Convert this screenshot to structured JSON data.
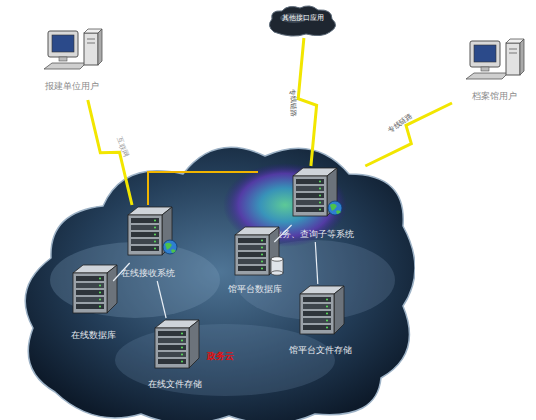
{
  "diagram": {
    "nodes": [
      {
        "text": [
          "报建单位用户"
        ]
      },
      {
        "text": [
          "其他接口应用"
        ]
      },
      {
        "text": [
          "档案馆用户"
        ]
      },
      {
        "text": [
          "政务云"
        ]
      },
      {
        "text": [
          "业务、查询子等系统"
        ],
        "in": 3
      },
      {
        "text": [
          "在线接收系统"
        ],
        "in": 3
      },
      {
        "text": [
          "馆平台数据库"
        ],
        "in": 3
      },
      {
        "text": [
          "在线数据库"
        ],
        "in": 3
      },
      {
        "text": [
          "馆平台文件存储"
        ],
        "in": 3
      },
      {
        "text": [
          "在线文件存储"
        ],
        "in": 3
      }
    ],
    "edges": [
      {
        "from": 0,
        "to": 5,
        "label": "互联网",
        "arrow": "none"
      },
      {
        "from": 1,
        "to": 4,
        "label": "专线链路",
        "arrow": "none"
      },
      {
        "from": 2,
        "to": 4,
        "label": "专线链路",
        "arrow": "none"
      },
      {
        "from": 5,
        "to": 4,
        "arrow": "none"
      },
      {
        "from": 5,
        "to": 7,
        "arrow": "none"
      },
      {
        "from": 5,
        "to": 9,
        "arrow": "none"
      },
      {
        "from": 4,
        "to": 6,
        "arrow": "none"
      },
      {
        "from": 4,
        "to": 8,
        "arrow": "none"
      }
    ]
  }
}
